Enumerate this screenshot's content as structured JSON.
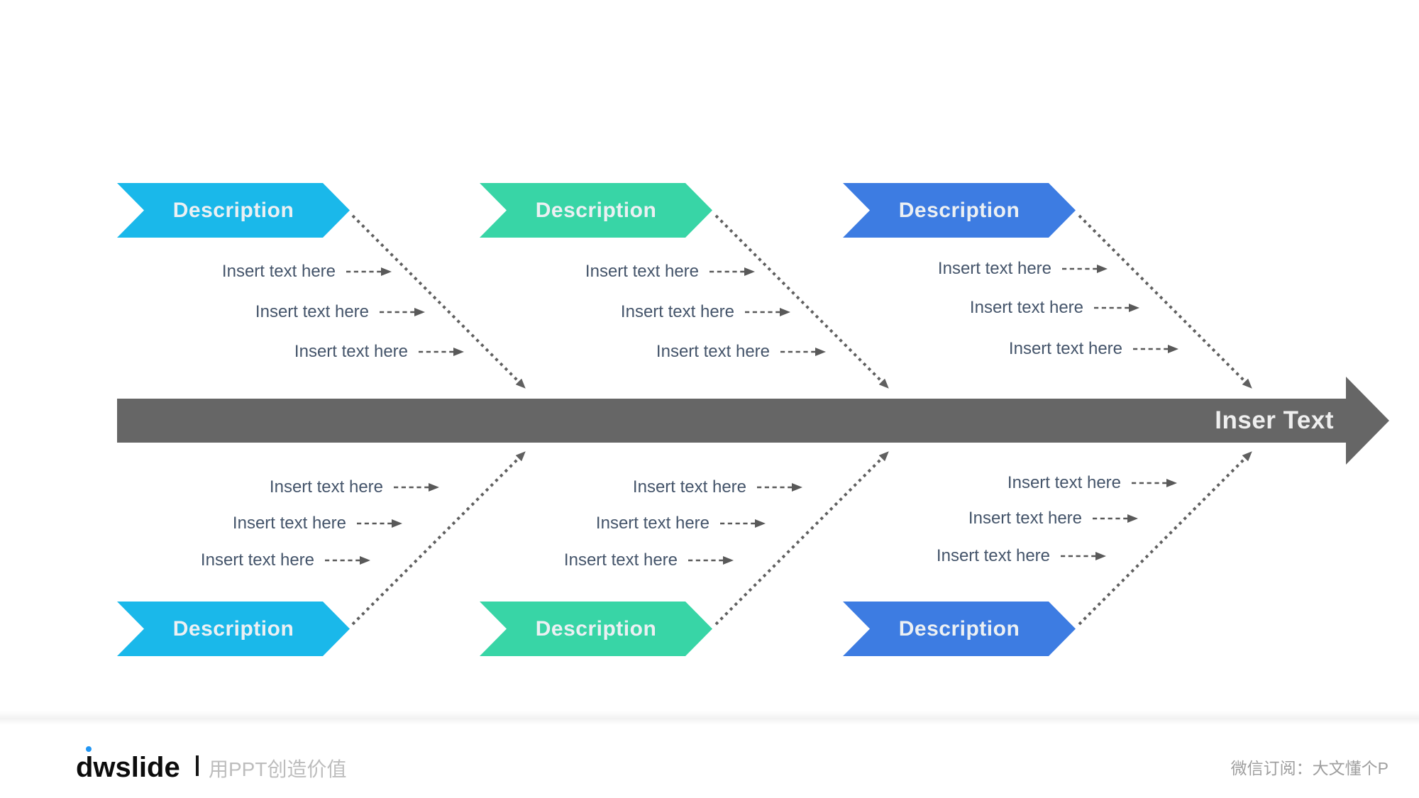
{
  "spine": {
    "label": "Inser Text",
    "color": "#666666"
  },
  "groups": [
    {
      "position": "top-1",
      "color": "#1ab8ea",
      "banner": "Description",
      "items": [
        "Insert text here",
        "Insert text here",
        "Insert text here"
      ]
    },
    {
      "position": "top-2",
      "color": "#38d5a6",
      "banner": "Description",
      "items": [
        "Insert text here",
        "Insert text here",
        "Insert text here"
      ]
    },
    {
      "position": "top-3",
      "color": "#3d7ce2",
      "banner": "Description",
      "items": [
        "Insert text here",
        "Insert text here",
        "Insert text here"
      ]
    },
    {
      "position": "bottom-1",
      "color": "#1ab8ea",
      "banner": "Description",
      "items": [
        "Insert text here",
        "Insert text here",
        "Insert text here"
      ]
    },
    {
      "position": "bottom-2",
      "color": "#38d5a6",
      "banner": "Description",
      "items": [
        "Insert text here",
        "Insert text here",
        "Insert text here"
      ]
    },
    {
      "position": "bottom-3",
      "color": "#3d7ce2",
      "banner": "Description",
      "items": [
        "Insert text here",
        "Insert text here",
        "Insert text here"
      ]
    }
  ],
  "footer": {
    "logo": "dwslide",
    "slogan": "用PPT创造价值",
    "wechat": "微信订阅：大文懂个P"
  }
}
